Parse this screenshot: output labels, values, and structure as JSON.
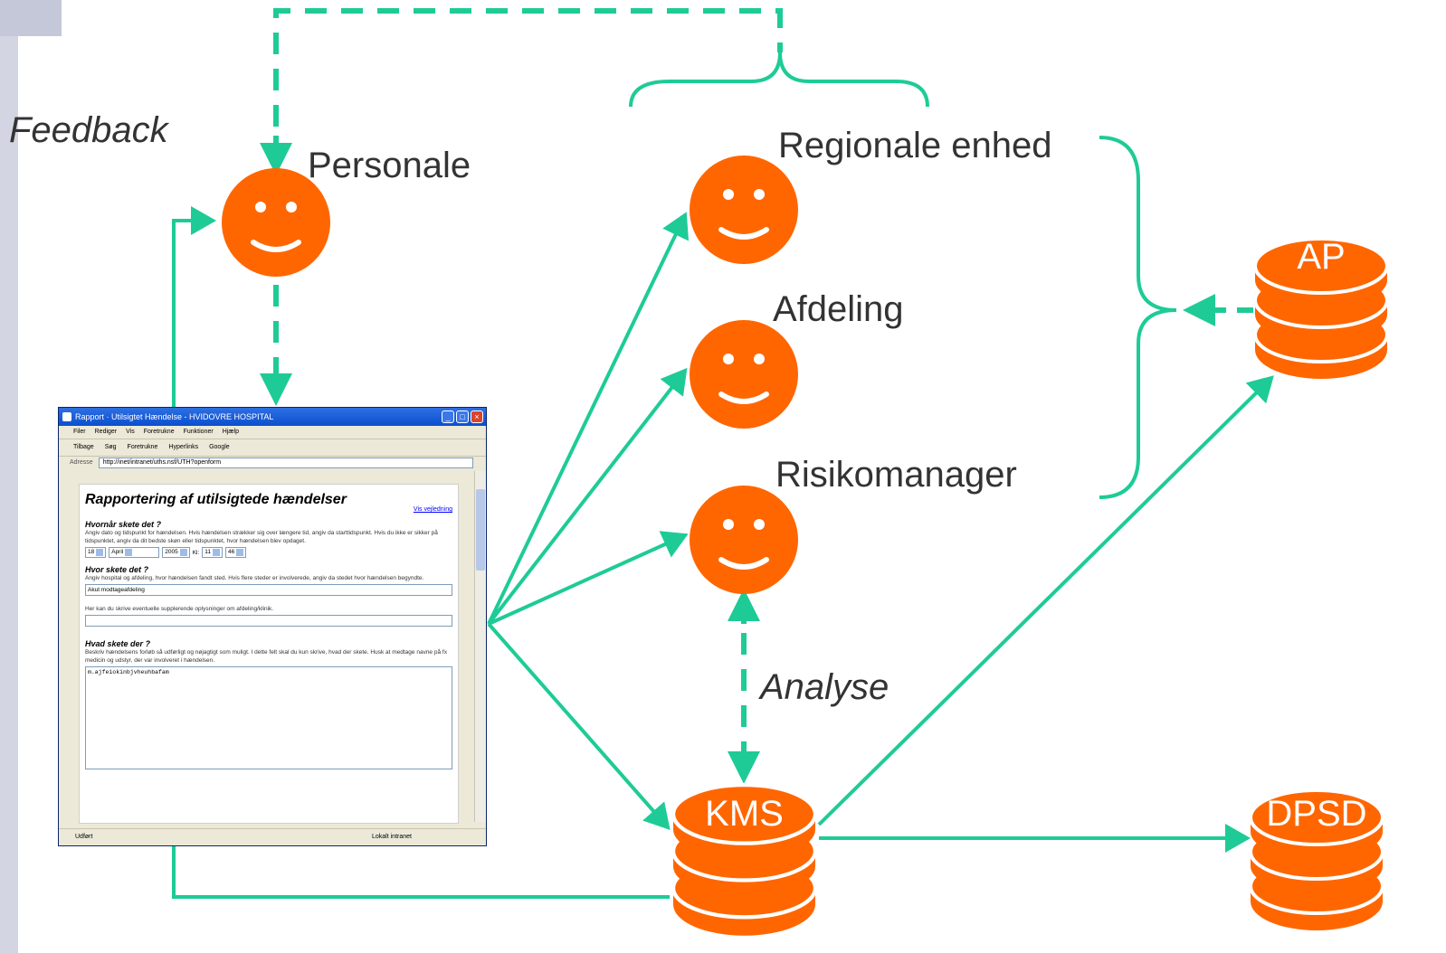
{
  "labels": {
    "feedback": "Feedback",
    "personale": "Personale",
    "regionale_enhed": "Regionale enhed",
    "afdeling": "Afdeling",
    "risikomanager": "Risikomanager",
    "analyse": "Analyse"
  },
  "databases": {
    "ap": "AP",
    "kms": "KMS",
    "dpsd": "DPSD"
  },
  "colors": {
    "accent_green": "#1ecb96",
    "face_orange": "#ff6600",
    "left_bar": "#d3d6e2"
  },
  "icons": {
    "face": "smiley-face-icon",
    "database": "database-stack-icon"
  },
  "screenshot": {
    "window_title": "Rapport · Utilsigtet Hændelse - HVIDOVRE HOSPITAL",
    "menu": [
      "Filer",
      "Rediger",
      "Vis",
      "Foretrukne",
      "Funktioner",
      "Hjælp"
    ],
    "toolbar": [
      "Tilbage",
      "Søg",
      "Foretrukne",
      "Hyperlinks",
      "Google"
    ],
    "address_label": "Adresse",
    "address_value": "http://inet/intranet/uths.nsf/UTH?openform",
    "page_title": "Rapportering af utilsigtede hændelser",
    "guide_link": "Vis vejledning",
    "q1_heading": "Hvornår skete det ?",
    "q1_text": "Angiv dato og tidspunkt for hændelsen. Hvis hændelsen strækker sig over længere tid, angiv da starttidspunkt. Hvis du ikke er sikker på tidspunktet, angiv da dit bedste skøn eller tidspunktet, hvor hændelsen blev opdaget.",
    "date_day": "18",
    "date_month": "April",
    "date_year": "2005",
    "time_label": "Kl:",
    "time_hour": "11",
    "time_minute": "46",
    "q2_heading": "Hvor skete det ?",
    "q2_text": "Angiv hospital og afdeling, hvor hændelsen fandt sted. Hvis flere steder er involverede, angiv da stedet hvor hændelsen begyndte.",
    "q2_value": "Akut modtageafdeling",
    "q2_extra_label": "Her kan du skrive eventuelle supplerende oplysninger om afdeling/klinik.",
    "q3_heading": "Hvad skete der ?",
    "q3_text": "Beskriv hændelsens forløb så udførligt og nøjagtigt som muligt. I dette felt skal du kun skrive, hvad der skete. Husk at medtage navne på fx medicin og udstyr, der var involveret i hændelsen.",
    "q3_value": "m.ajfeiokinbjvheuhbafam",
    "status_left": "Udført",
    "status_right": "Lokalt intranet"
  }
}
